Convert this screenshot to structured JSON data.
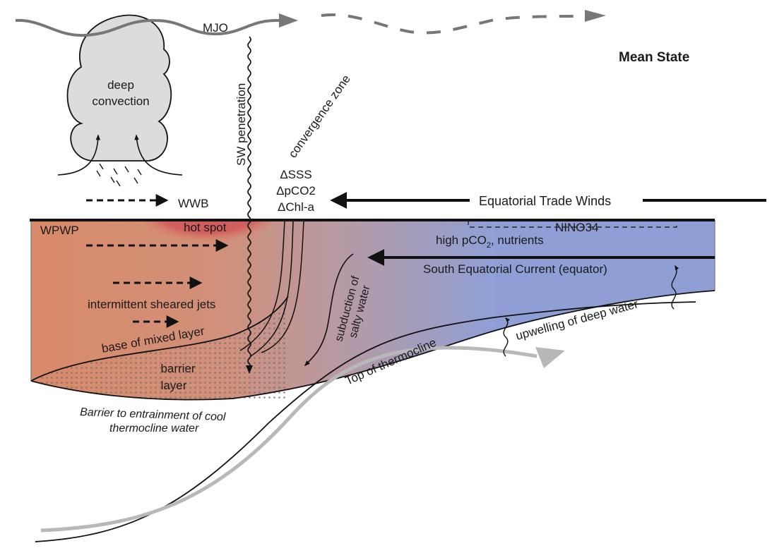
{
  "title": "Mean State",
  "colors": {
    "warm": "#d98a68",
    "mid": "#b79aa3",
    "cool": "#8f9fd6",
    "hot_spot": "#d05a5c",
    "cloud": "#dcdcdc",
    "mjo": "#777777",
    "deep_arrow": "#b8b8b8",
    "line": "#111111"
  },
  "atmosphere": {
    "mjo_label": "MJO",
    "cloud_label_line1": "deep",
    "cloud_label_line2": "convection",
    "wwb_label": "WWB",
    "sw_label": "SW penetration",
    "convergence_label": "convergence zone",
    "delta_sss": "ΔSSS",
    "delta_pco2": "ΔpCO2",
    "delta_chla": "ΔChl-a",
    "trade_winds_label": "Equatorial Trade Winds"
  },
  "ocean": {
    "wpwp_label": "WPWP",
    "hot_spot_label": "hot spot",
    "jets_label": "intermittent sheared jets",
    "mixed_layer_label": "base of mixed layer",
    "barrier_line1": "barrier",
    "barrier_line2": "layer",
    "barrier_note_line1": "Barrier to entrainment of cool",
    "barrier_note_line2": "thermocline water",
    "nino34_label": "NINO34",
    "high_pco2_prefix": "high pCO",
    "high_pco2_sub": "2",
    "high_pco2_suffix": ", nutrients",
    "sec_label": "South Equatorial Current (equator)",
    "subduction_line1": "subduction of",
    "subduction_line2": "salty water",
    "thermocline_label": "Top of thermocline",
    "upwelling_label": "upwelling of deep water"
  }
}
